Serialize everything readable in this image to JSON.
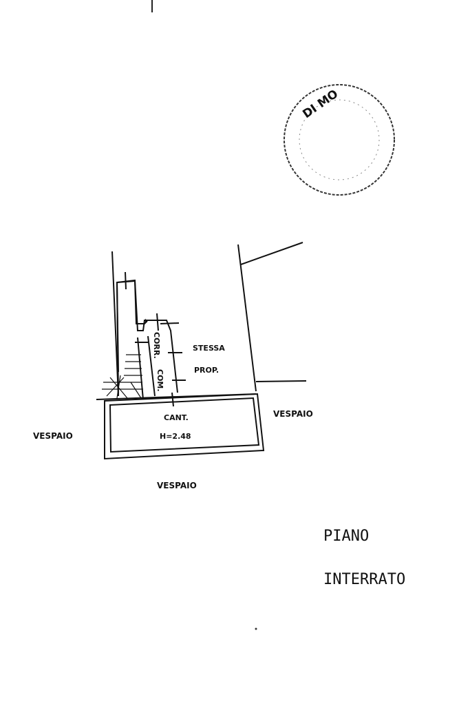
{
  "stamp": {
    "text": "DI MO"
  },
  "plan": {
    "stairs_label": "",
    "corridor_label_1": "CORR.",
    "corridor_label_2": "COM.",
    "same_property_1": "STESSA",
    "same_property_2": "PROP.",
    "cellar_label": "CANT.",
    "cellar_height": "H=2.48",
    "vespaio_right": "VESPAIO",
    "vespaio_left": "VESPAIO",
    "vespaio_bottom": "VESPAIO"
  },
  "floor_title": {
    "line1": "PIANO",
    "line2": "INTERRATO"
  }
}
